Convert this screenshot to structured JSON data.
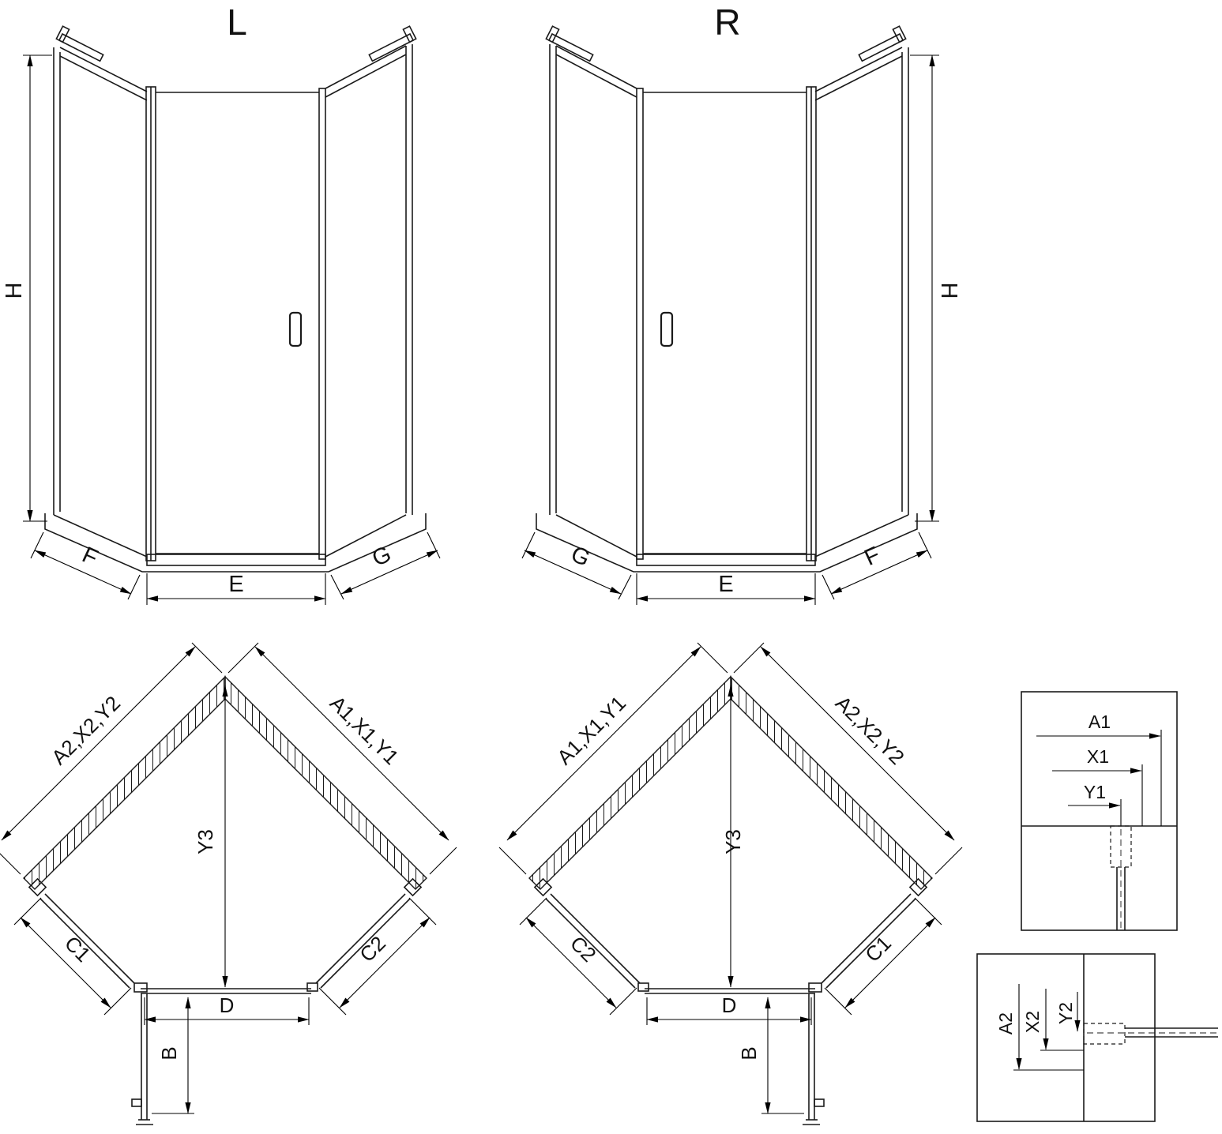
{
  "page": {
    "background": "#ffffff",
    "line_color": "#1a1a1a"
  },
  "front_view_left": {
    "title": "L",
    "height_label": "H",
    "bottom_left_label": "F",
    "bottom_center_label": "E",
    "bottom_right_label": "G"
  },
  "front_view_right": {
    "title": "R",
    "height_label": "H",
    "bottom_left_label": "G",
    "bottom_center_label": "E",
    "bottom_right_label": "F"
  },
  "plan_view_left": {
    "upper_left_label": "A2,X2,Y2",
    "upper_right_label": "A1,X1,Y1",
    "center_label": "Y3",
    "lower_left_label": "C1",
    "lower_right_label": "C2",
    "door_width_label": "D",
    "door_open_label": "B"
  },
  "plan_view_right": {
    "upper_left_label": "A1,X1,Y1",
    "upper_right_label": "A2,X2,Y2",
    "center_label": "Y3",
    "lower_left_label": "C2",
    "lower_right_label": "C1",
    "door_width_label": "D",
    "door_open_label": "B"
  },
  "detail_view_top": {
    "labels": [
      "A1",
      "X1",
      "Y1"
    ]
  },
  "detail_view_bottom": {
    "labels": [
      "A2",
      "X2",
      "Y2"
    ]
  }
}
